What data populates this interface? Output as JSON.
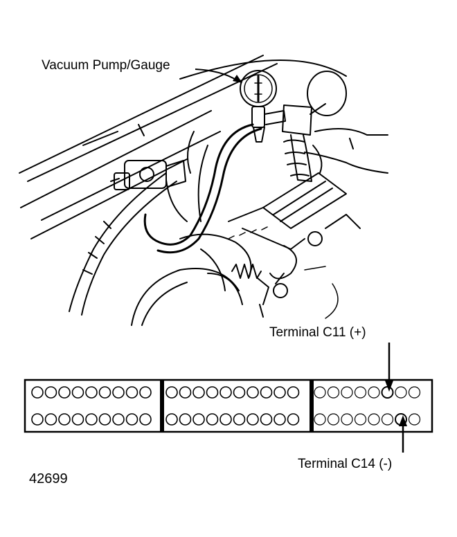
{
  "labels": {
    "vacuum_pump": "Vacuum Pump/Gauge",
    "terminal_c11": "Terminal C11 (+)",
    "terminal_c14": "Terminal C14 (-)",
    "figure_number": "42699"
  },
  "connector": {
    "sections": 3,
    "rows": 2,
    "pins_per_row": [
      9,
      10,
      8
    ],
    "highlight_c11": {
      "section": 3,
      "row": 1,
      "pin": 6
    },
    "highlight_c14": {
      "section": 3,
      "row": 2,
      "pin": 7
    }
  },
  "colors": {
    "ink": "#000000",
    "paper": "#ffffff"
  }
}
